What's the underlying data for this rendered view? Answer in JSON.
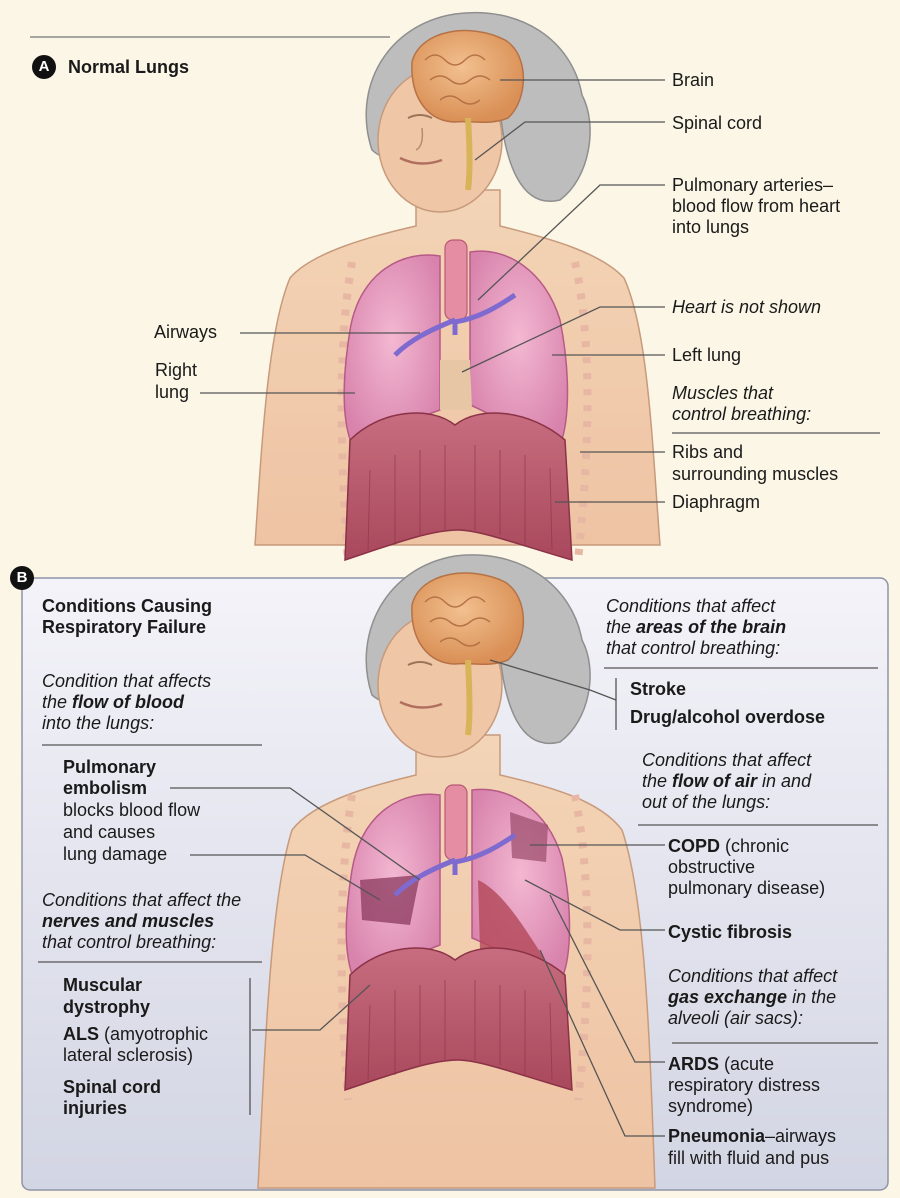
{
  "panel_a": {
    "badge": "A",
    "title": "Normal Lungs",
    "labels": {
      "brain": "Brain",
      "spinal_cord": "Spinal cord",
      "pulmonary_arteries": [
        "Pulmonary arteries–",
        "blood flow from heart",
        "into lungs"
      ],
      "heart_not_shown": "Heart is not shown",
      "left_lung": "Left lung",
      "muscles_header": [
        "Muscles that",
        "control breathing:"
      ],
      "ribs": [
        "Ribs and",
        "surrounding muscles"
      ],
      "diaphragm": "Diaphragm",
      "airways": "Airways",
      "right_lung": [
        "Right",
        "lung"
      ]
    }
  },
  "panel_b": {
    "badge": "B",
    "title": [
      "Conditions Causing",
      "Respiratory Failure"
    ],
    "blood_flow": {
      "header": {
        "pre": "Condition that affects",
        "pre2": "the ",
        "bold": "flow of blood",
        "post": "into the lungs:"
      },
      "pulmonary_embolism": {
        "title": [
          "Pulmonary",
          "embolism"
        ],
        "desc": [
          "blocks blood flow",
          "and causes",
          "lung damage"
        ]
      }
    },
    "nerves_muscles": {
      "header": {
        "pre": "Conditions that affect the",
        "bold": "nerves and muscles",
        "post": "that control breathing:"
      },
      "muscular_dystrophy": [
        "Muscular",
        "dystrophy"
      ],
      "als": {
        "name": "ALS",
        "desc": [
          "(amyotrophic",
          "lateral sclerosis)"
        ]
      },
      "spinal_cord_injuries": [
        "Spinal cord",
        "injuries"
      ]
    },
    "brain_areas": {
      "header": {
        "pre": "Conditions that affect",
        "pre2": "the ",
        "bold": "areas of the brain",
        "post": "that control breathing:"
      },
      "stroke": "Stroke",
      "overdose": "Drug/alcohol overdose"
    },
    "air_flow": {
      "header": {
        "pre": "Conditions that affect",
        "pre2": "the ",
        "bold": "flow of air",
        "post2": " in and",
        "post": "out of the lungs:"
      },
      "copd": {
        "name": "COPD",
        "desc": [
          " (chronic",
          "obstructive",
          "pulmonary disease)"
        ]
      },
      "cystic_fibrosis": "Cystic fibrosis"
    },
    "gas_exchange": {
      "header": {
        "pre": "Conditions that affect",
        "bold": "gas exchange",
        "post2": " in the",
        "post": "alveoli (air sacs):"
      },
      "ards": {
        "name": "ARDS",
        "desc": [
          " (acute",
          "respiratory distress",
          "syndrome)"
        ]
      },
      "pneumonia": {
        "name": "Pneumonia",
        "desc": [
          "–airways",
          "fill with fluid and pus"
        ]
      }
    }
  },
  "colors": {
    "background": "#fbf6e6",
    "panel_b_top": "#f3f2f8",
    "panel_b_bottom": "#d3d6e4",
    "skin": "#f1cfb0",
    "lung": "#e69bbd",
    "muscle": "#b65668",
    "brain": "#e3a36c",
    "hair": "#bdbdbd",
    "vessel": "#7f6ad0",
    "leader": "#555555"
  }
}
